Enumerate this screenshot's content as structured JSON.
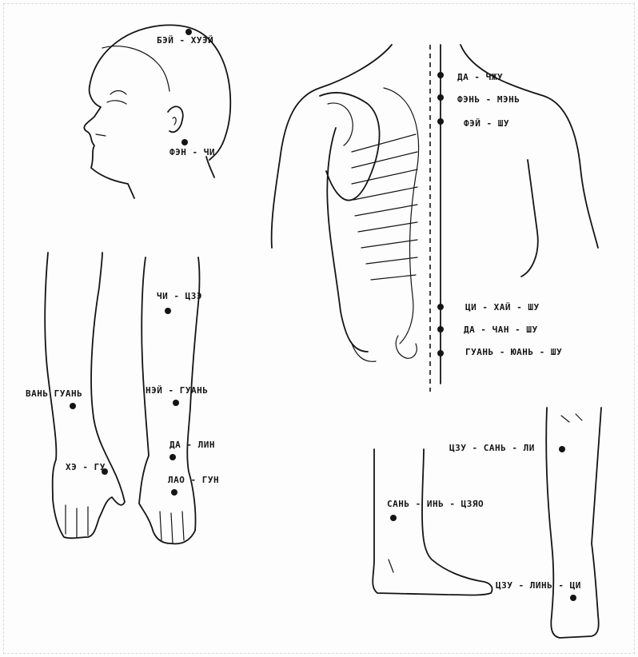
{
  "points": [
    {
      "id": "bai-hui",
      "label": "БЭЙ - ХУЭЙ"
    },
    {
      "id": "feng-chi",
      "label": "ФЭН - ЧИ"
    },
    {
      "id": "da-zhui",
      "label": "ДА - ЧЖУ"
    },
    {
      "id": "feng-men",
      "label": "ФЭНЬ - МЭНЬ"
    },
    {
      "id": "fei-shu",
      "label": "ФЭЙ - ШУ"
    },
    {
      "id": "qi-hai-shu",
      "label": "ЦИ - ХАЙ - ШУ"
    },
    {
      "id": "da-chang-shu",
      "label": "ДА - ЧАН - ШУ"
    },
    {
      "id": "guan-yuan-shu",
      "label": "ГУАНЬ - ЮАНЬ - ШУ"
    },
    {
      "id": "qu-chi",
      "label": "ЧИ - ЦЗЭ"
    },
    {
      "id": "wai-guan",
      "label": "ВАНЬ ГУАНЬ"
    },
    {
      "id": "nei-guan",
      "label": "НЭЙ - ГУАНЬ"
    },
    {
      "id": "he-gu",
      "label": "ХЭ - ГУ"
    },
    {
      "id": "da-ling",
      "label": "ДА - ЛИН"
    },
    {
      "id": "lao-gong",
      "label": "ЛАО - ГУН"
    },
    {
      "id": "zu-san-li",
      "label": "ЦЗУ - САНЬ - ЛИ"
    },
    {
      "id": "san-yin-jiao",
      "label": "САНЬ - ИНЬ - ЦЗЯО"
    },
    {
      "id": "zu-lin-qi",
      "label": "ЦЗУ - ЛИНЬ - ЦИ"
    }
  ]
}
